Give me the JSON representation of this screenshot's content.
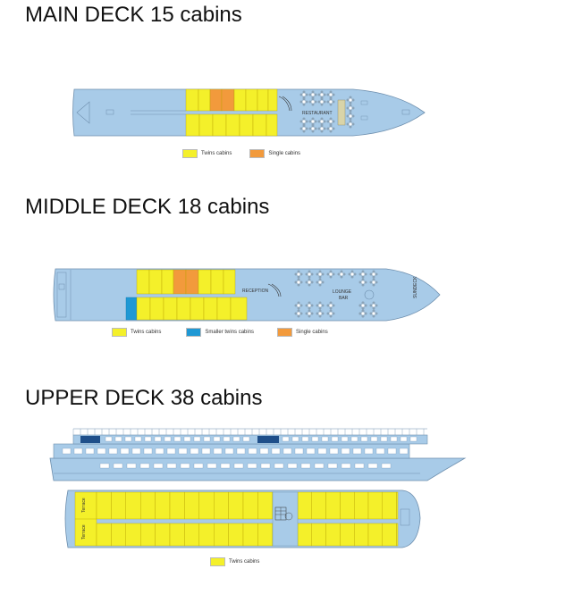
{
  "colors": {
    "hull": "#a8cbe8",
    "hull_stroke": "#6e8fae",
    "twins": "#f4f02a",
    "single": "#f29a3c",
    "smaller_twins": "#1f98d4",
    "seat": "#8aa3b8",
    "dark_window": "#1f4f8a"
  },
  "decks": [
    {
      "title": "MAIN DECK 15 cabins",
      "rooms": [
        "RESTAURANT"
      ],
      "legend": [
        {
          "label": "Twins cabins",
          "color": "#f4f02a"
        },
        {
          "label": "Single cabins",
          "color": "#f29a3c"
        }
      ]
    },
    {
      "title": "MIDDLE DECK 18 cabins",
      "rooms": [
        "RECEPTION",
        "LOUNGE",
        "BAR",
        "SUNDECK"
      ],
      "legend": [
        {
          "label": "Twins cabins",
          "color": "#f4f02a"
        },
        {
          "label": "Smaller twins cabins",
          "color": "#1f98d4"
        },
        {
          "label": "Single cabins",
          "color": "#f29a3c"
        }
      ]
    },
    {
      "title": "UPPER DECK 38 cabins",
      "rooms": [
        "Terrace",
        "Terrace"
      ],
      "legend": [
        {
          "label": "Twins cabins",
          "color": "#f4f02a"
        }
      ]
    }
  ]
}
